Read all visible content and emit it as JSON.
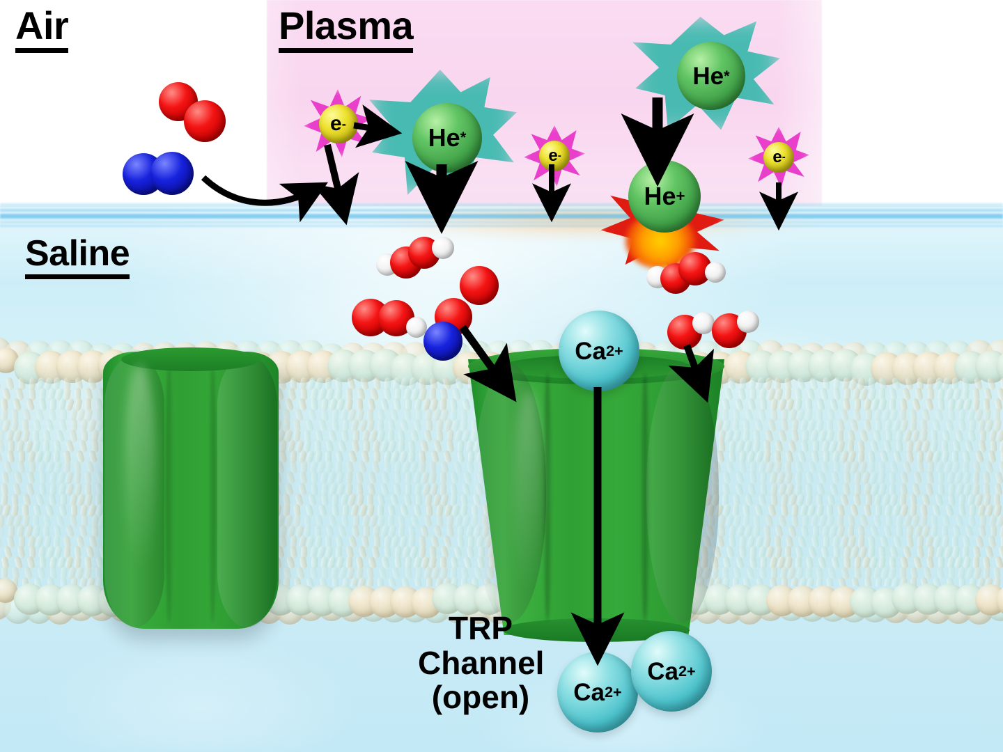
{
  "figure": {
    "title": "Plasma-induced activation of a TRP channel at an air-saline interface",
    "regions": [
      {
        "id": "air",
        "label": "Air"
      },
      {
        "id": "plasma",
        "label": "Plasma"
      },
      {
        "id": "saline",
        "label": "Saline"
      }
    ],
    "colors": {
      "plasma_background": "#fadcf2",
      "saline_background": "#cdeef8",
      "air_background": "#ffffff",
      "channel_green": "#2f9e33",
      "electron_yellow": "#efe333",
      "electron_glow_magenta": "#e832c8",
      "helium_green": "#62c564",
      "helium_glow_teal": "#21b4a4",
      "calcium_cyan": "#49c1cb",
      "oxygen_red": "#f41414",
      "nitrogen_blue": "#1722dd",
      "hydrogen_white": "#f3f3f3",
      "burst_red": "#e01b12",
      "burst_yellow": "#ffd200",
      "interface_orange": "#ffb060"
    }
  },
  "channel_caption": {
    "line1": "TRP",
    "line2": "Channel",
    "line3": "(open)"
  },
  "species": {
    "electron_1": {
      "label": "e",
      "charge": "-"
    },
    "electron_2": {
      "label": "e",
      "charge": "-"
    },
    "electron_3": {
      "label": "e",
      "charge": "-"
    },
    "helium_excited_1": {
      "label": "He",
      "charge": "*"
    },
    "helium_excited_2": {
      "label": "He",
      "charge": "*"
    },
    "helium_ion": {
      "label": "He",
      "charge": "+"
    },
    "calcium_top": {
      "label": "Ca",
      "charge": "2+"
    },
    "calcium_below_1": {
      "label": "Ca",
      "charge": "2+"
    },
    "calcium_below_2": {
      "label": "Ca",
      "charge": "2+"
    }
  },
  "molecules": {
    "oxygen_air": {
      "name": "O2",
      "atoms": "red-red"
    },
    "nitrogen_air": {
      "name": "N2",
      "atoms": "blue-blue"
    },
    "hydrogen_peroxide_left": {
      "name": "H2O2",
      "atoms": "white-red-red-white"
    },
    "hydrogen_peroxide_right": {
      "name": "H2O2",
      "atoms": "white-red-red-white"
    },
    "peroxide_lower_left": {
      "name": "H2O2",
      "atoms": "red-red-white"
    },
    "oxygen_radical": {
      "name": "O",
      "atoms": "red"
    },
    "nitric_oxide": {
      "name": "NO",
      "atoms": "red-blue"
    },
    "hydroxyl_1": {
      "name": "OH",
      "atoms": "red-white"
    },
    "hydroxyl_2": {
      "name": "OH",
      "atoms": "red-white"
    }
  },
  "structures": {
    "channel_closed": {
      "name": "TRP channel (closed)",
      "state": "closed"
    },
    "channel_open": {
      "name": "TRP channel (open)",
      "state": "open"
    },
    "bilayer": {
      "name": "Lipid bilayer membrane"
    }
  },
  "arrows": {
    "n2_into_plasma": "curved arrow from N2 up into the plasma region",
    "electron_to_helium": "short arrow from electron to He*",
    "electron_1_down": "electron descending into saline",
    "helium_excited_down": "He* descending into saline",
    "electron_2_down": "electron descending into saline",
    "helium_excited_to_ion": "He* converting to He+",
    "electron_3_down": "electron descending into saline",
    "no_to_channel": "NO directed at the open channel",
    "oh_to_channel": "OH directed at the open channel",
    "calcium_influx": "Ca2+ flowing down through the open channel"
  }
}
